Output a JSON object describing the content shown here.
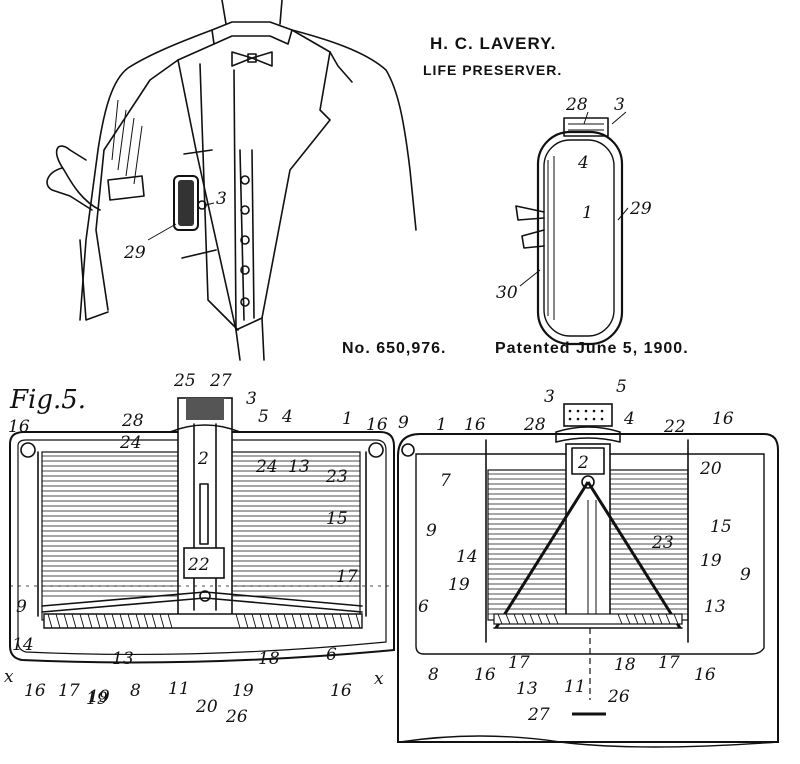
{
  "header": {
    "inventor": "H. C. LAVERY.",
    "title": "LIFE PRESERVER.",
    "patent_number": "No. 650,976.",
    "patent_date": "Patented June 5, 1900."
  },
  "figures": {
    "fig5_label": "Fig.5.",
    "fig1_refs": [
      "3",
      "29"
    ],
    "fig2_refs": [
      "28",
      "3",
      "4",
      "1",
      "29",
      "30"
    ],
    "fig5_refs": [
      "25",
      "27",
      "3",
      "28",
      "5",
      "4",
      "1",
      "16",
      "9",
      "16",
      "24",
      "2",
      "24",
      "13",
      "23",
      "15",
      "22",
      "17",
      "9",
      "14",
      "13",
      "18",
      "6",
      "8",
      "11",
      "19",
      "20",
      "19",
      "26",
      "x",
      "16",
      "17",
      "19",
      "16",
      "x"
    ],
    "fig3_refs": [
      "3",
      "5",
      "28",
      "4",
      "22",
      "16",
      "1",
      "16",
      "7",
      "2",
      "20",
      "9",
      "14",
      "15",
      "23",
      "19",
      "19",
      "6",
      "13",
      "9",
      "8",
      "16",
      "17",
      "13",
      "11",
      "18",
      "17",
      "16",
      "26",
      "27"
    ]
  }
}
